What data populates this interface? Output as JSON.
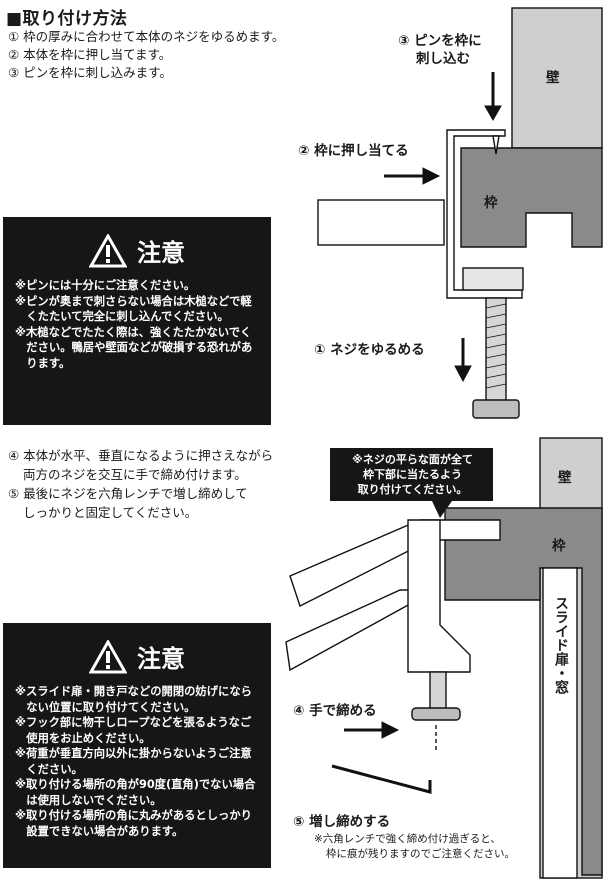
{
  "title": "■取り付け方法",
  "steps_top": [
    "① 枠の厚みに合わせて本体のネジをゆるめます。",
    "② 本体を枠に押し当てます。",
    "③ ピンを枠に刺し込みます。"
  ],
  "caution1": {
    "heading": "注意",
    "items": [
      "※ピンには十分にご注意ください。",
      "※ピンが奥まで刺さらない場合は木槌などで軽くたたいて完全に刺し込んでください。",
      "※木槌などでたたく際は、強くたたかないでください。鴨居や壁面などが破損する恐れがあります。"
    ]
  },
  "diagram1": {
    "wall": "壁",
    "frame": "枠",
    "label_pin": [
      "③ ピンを枠に",
      "刺し込む"
    ],
    "label_push": "② 枠に押し当てる",
    "label_loosen": "① ネジをゆるめる"
  },
  "steps_bottom": [
    "④ 本体が水平、垂直になるように押さえながら",
    "両方のネジを交互に手で締め付けます。",
    "⑤ 最後にネジを六角レンチで増し締めして",
    "しっかりと固定してください。"
  ],
  "callout": [
    "※ネジの平らな面が全て",
    "枠下部に当たるよう",
    "取り付けてください。"
  ],
  "caution2": {
    "heading": "注意",
    "items": [
      "※スライド扉・開き戸などの開閉の妨げにならない位置に取り付けてください。",
      "※フック部に物干しロープなどを張るようなご使用をお止めください。",
      "※荷重が垂直方向以外に掛からないようご注意ください。",
      "※取り付ける場所の角が90度(直角)でない場合は使用しないでください。",
      "※取り付ける場所の角に丸みがあるとしっかり設置できない場合があります。"
    ]
  },
  "diagram2": {
    "wall": "壁",
    "frame": "枠",
    "door": "スライド扉・窓",
    "label_hand": "④ 手で締める",
    "label_tighten": "⑤ 増し締めする"
  },
  "note": [
    "※六角レンチで強く締め付け過ぎると、",
    "枠に痕が残りますのでご注意ください。"
  ]
}
